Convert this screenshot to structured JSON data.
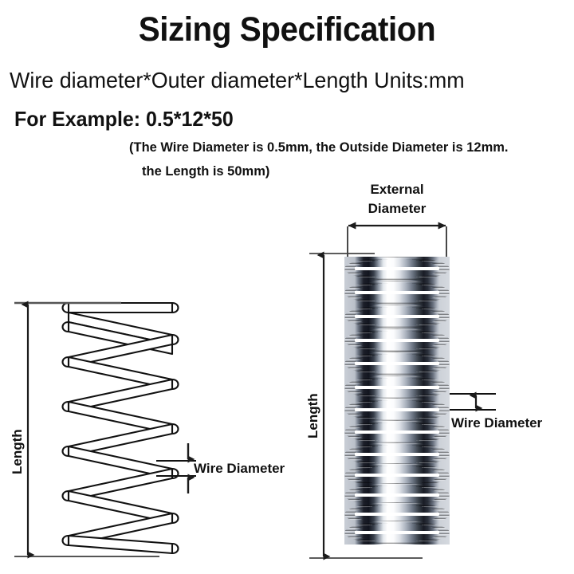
{
  "header": {
    "title": "Sizing Specification",
    "format_line": "Wire diameter*Outer diameter*Length  Units:mm",
    "example_line": "For Example: 0.5*12*50",
    "note_line_1": "(The Wire Diameter is 0.5mm, the Outside Diameter is 12mm.",
    "note_line_2": "the Length is 50mm)"
  },
  "diagram": {
    "left_spring": {
      "name": "schematic-compression-spring",
      "length_label": "Length",
      "wire_diameter_label": "Wire Diameter"
    },
    "right_spring": {
      "name": "photo-compression-spring",
      "external_diameter_label_line1": "External",
      "external_diameter_label_line2": "Diameter",
      "length_label": "Length",
      "wire_diameter_label": "Wire Diameter"
    }
  },
  "colors": {
    "background": "#ffffff",
    "text": "#111111",
    "dimension_line": "#222222",
    "metal_highlight": "#ffffff",
    "metal_shadow": "#14161d",
    "metal_midtone": "#8a95a5"
  }
}
